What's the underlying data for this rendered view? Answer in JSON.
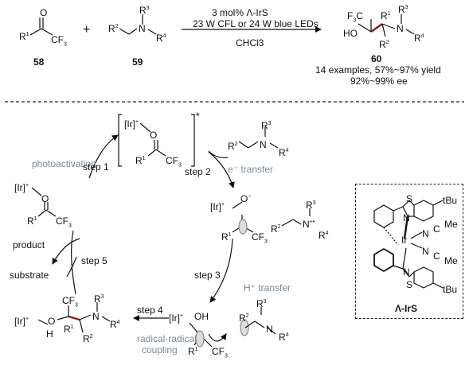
{
  "reaction": {
    "reagent_1_label": "58",
    "reagent_2_label": "59",
    "product_label": "60",
    "condition_catalyst": "3 mol% Λ-IrS",
    "condition_light": "23 W CFL or 24 W blue LEDs",
    "condition_solvent": "CHCl3",
    "summary_examples": "14 examples, 57%~97% yield",
    "summary_ee": "92%~99% ee"
  },
  "cycle": {
    "step_labels": [
      "step 1",
      "step 2",
      "step 3",
      "step 4",
      "step 5"
    ],
    "photoactivation": "photoactivation",
    "electron_transfer": "e⁻ transfer",
    "proton_transfer": "H⁺ transfer",
    "radical_coupling_line1": "radical-radical",
    "radical_coupling_line2": "coupling",
    "product": "product",
    "substrate": "substrate",
    "catalyst_symbol": "[Ir]"
  },
  "catalyst_box": {
    "label": "Λ-IrS",
    "group_tbu": "tBu",
    "group_me": "Me",
    "atom_ir": "Ir",
    "atom_s": "S",
    "atom_n": "N",
    "atom_c": "C"
  },
  "colors": {
    "ink": "#111111",
    "annotation_gray": "#7a8a9a",
    "bond_red": "#8b1a1a"
  }
}
